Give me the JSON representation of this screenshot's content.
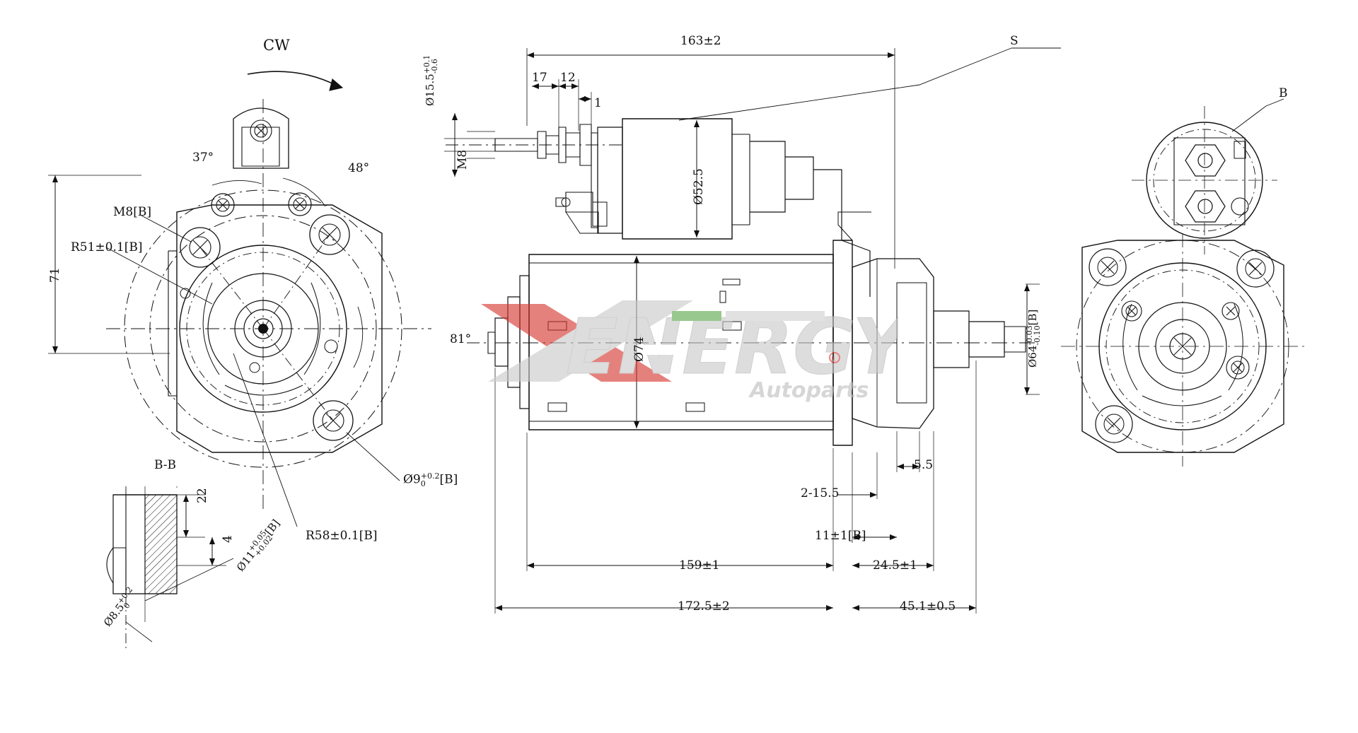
{
  "document": {
    "type": "technical-drawing",
    "subject": "Starter motor dimensional drawing",
    "watermark": {
      "brand_x": "X",
      "brand_main": "ENERGY",
      "brand_sub": "Autoparts",
      "color_red": "#d6352f",
      "color_gray": "#b9b9b9",
      "color_green": "#5aa84a"
    }
  },
  "views": {
    "left_view": {
      "rotation_label": "CW",
      "callouts": [
        "37°",
        "48°",
        "81°",
        "71",
        "M8[B]",
        "R51±0.1[B]",
        "R58±0.1[B]"
      ],
      "hole_note": "Ø9",
      "hole_tol_up": "+0.2",
      "hole_tol_dn": "0",
      "hole_suffix": "[B]"
    },
    "section_view": {
      "title": "B-B",
      "dim_22": "22",
      "dim_4": "4",
      "dia_11": "Ø11",
      "dia_11_tol_up": "+0.05",
      "dia_11_tol_dn": "+0.02",
      "dia_11_suffix": "[B]",
      "dia_85": "Ø8.5",
      "dia_85_tol_up": "+0.2",
      "dia_85_tol_dn": "0"
    },
    "main_view": {
      "dim_163": "163±2",
      "dim_17": "17",
      "dim_12": "12",
      "dim_1": "1",
      "dia_155": "Ø15.5",
      "dia_155_tol_up": "+0.1",
      "dia_155_tol_dn": "-0.6",
      "thread_m8": "M8",
      "dia_525": "Ø52.5",
      "dia_74": "Ø74",
      "dia_64": "Ø64",
      "dia_64_tol_up": "-0.03",
      "dia_64_tol_dn": "-0.10",
      "dia_64_suffix": "[B]",
      "dim_55": "5.5",
      "dim_2_155": "2-15.5",
      "dim_11": "11±1[B]",
      "dim_159": "159±1",
      "dim_245": "24.5±1",
      "dim_1725": "172.5±2",
      "dim_451": "45.1±0.5",
      "leader_s": "S"
    },
    "right_view": {
      "label_b": "B"
    }
  }
}
